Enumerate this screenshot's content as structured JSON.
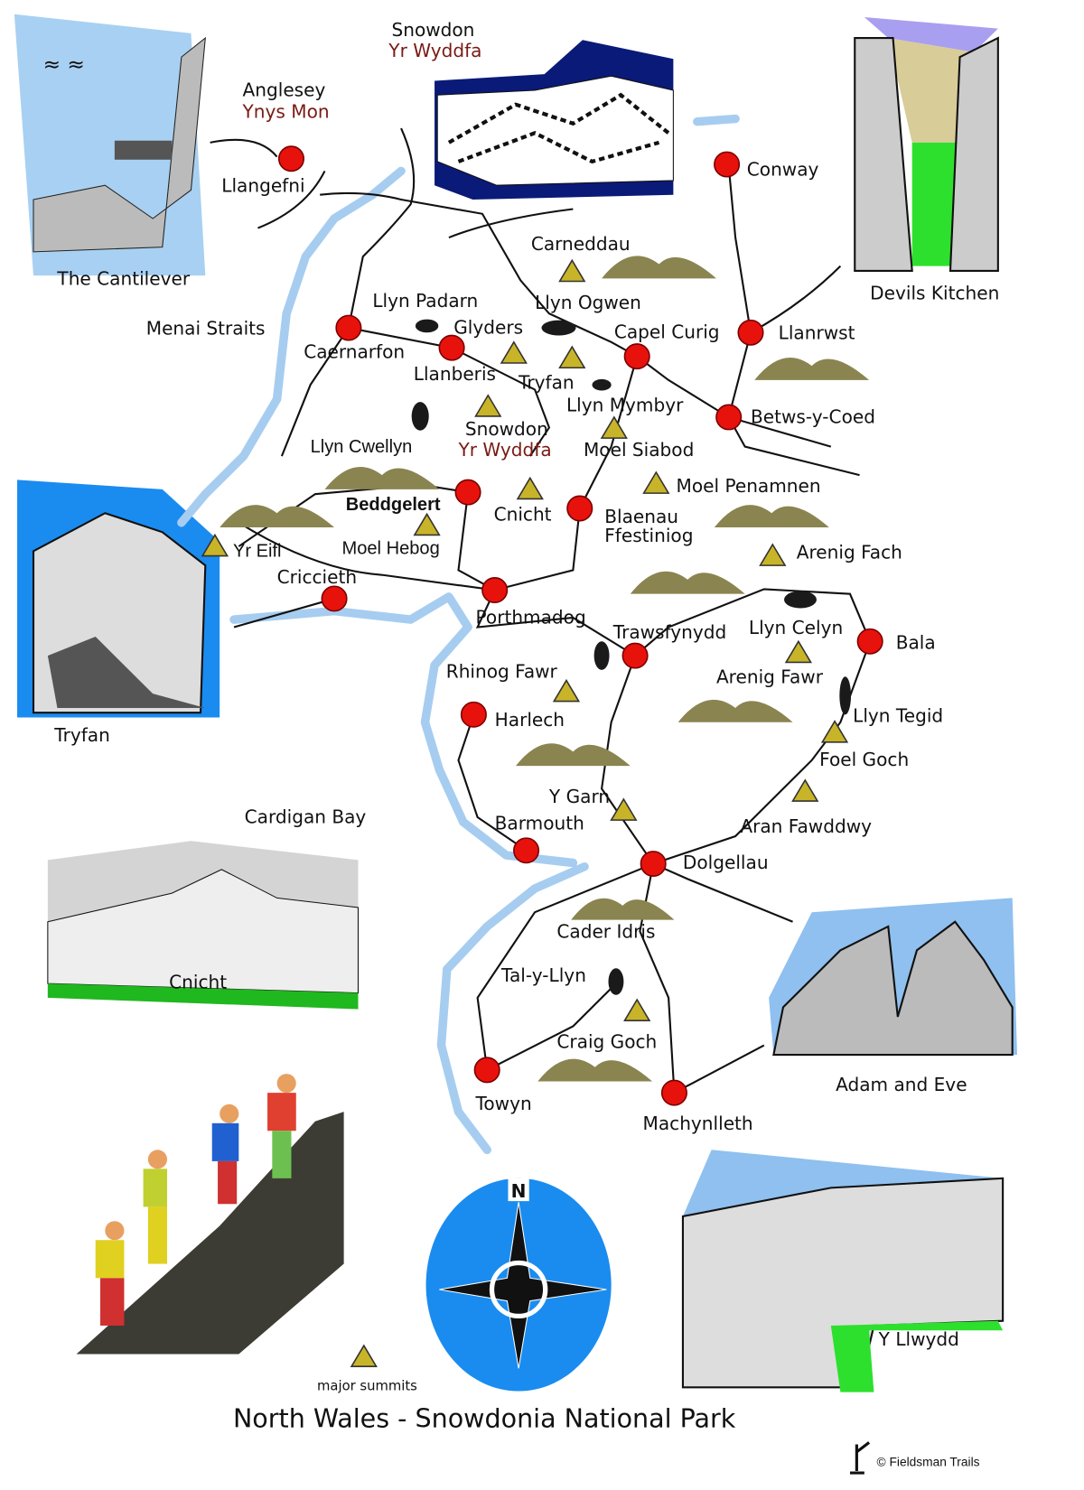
{
  "title": "North Wales - Snowdonia National Park",
  "legend": {
    "major_summits": "major summits"
  },
  "credit": "© Fieldsman Trails",
  "regions": {
    "anglesey": "Anglesey",
    "anglesey_welsh": "Ynys Mon",
    "snowdon_header": "Snowdon",
    "snowdon_header_welsh": "Yr Wyddfa",
    "menai": "Menai Straits",
    "cardigan": "Cardigan Bay"
  },
  "pictures": [
    "The Cantilever",
    "Devils Kitchen",
    "Tryfan",
    "Cnicht",
    "Adam and Eve",
    "Y Llwydd"
  ],
  "compass": "N",
  "towns": [
    "Llangefni",
    "Conway",
    "Caernarfon",
    "Llanberis",
    "Capel Curig",
    "Llanrwst",
    "Betws-y-Coed",
    "Beddgelert",
    "Blaenau",
    "Ffestiniog",
    "Criccieth",
    "Porthmadog",
    "Trawsfynydd",
    "Bala",
    "Harlech",
    "Barmouth",
    "Dolgellau",
    "Towyn",
    "Machynlleth"
  ],
  "summits": [
    "Carneddau",
    "Glyders",
    "Tryfan",
    "Snowdon",
    "Yr Wyddfa",
    "Moel Siabod",
    "Moel Penamnen",
    "Cnicht",
    "Moel Hebog",
    "Yr Eifl",
    "Arenig Fach",
    "Arenig Fawr",
    "Rhinog Fawr",
    "Foel Goch",
    "Aran Fawddwy",
    "Y Garn",
    "Cader Idris",
    "Craig Goch"
  ],
  "lakes": [
    "Llyn Padarn",
    "Llyn Ogwen",
    "Llyn Mymbyr",
    "Llyn Cwellyn",
    "Llyn Celyn",
    "Llyn Tegid",
    "Tal-y-Llyn"
  ],
  "colors": {
    "town": "#e8120c",
    "summit": "#c8b428",
    "hill": "#8a8450",
    "coast": "#a6cdf0",
    "compass": "#1a8cf0",
    "navy": "#0a1a78"
  }
}
